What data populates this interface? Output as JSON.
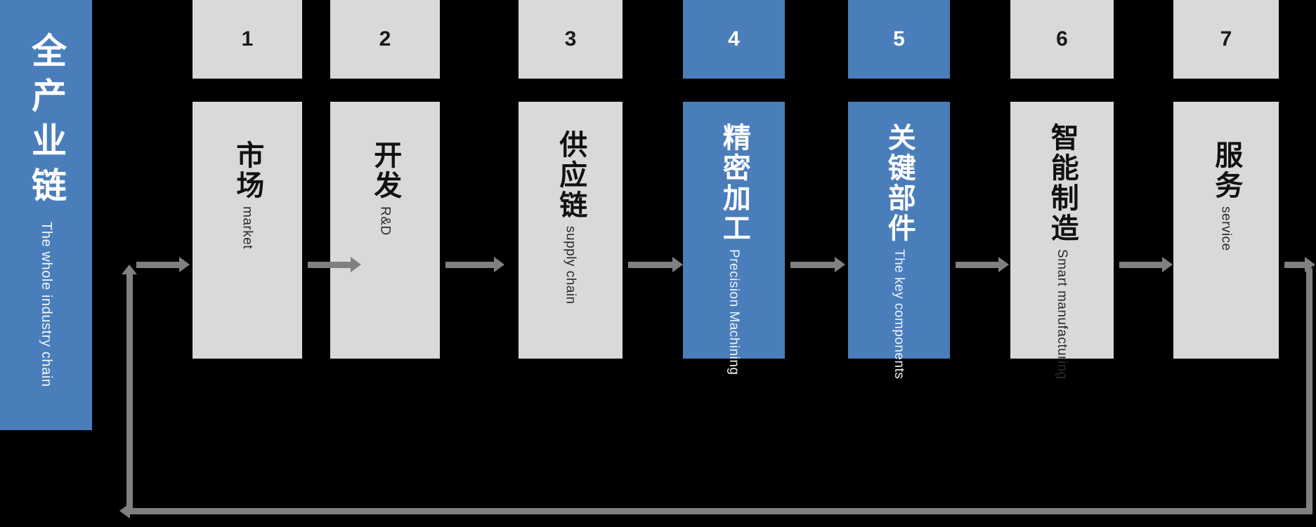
{
  "banner": {
    "title": "全产业链",
    "subtitle": "The whole industry chain",
    "color": "#4a7ebb"
  },
  "palette": {
    "background": "#000000",
    "inactive_fill": "#d9d9d9",
    "inactive_text": "#111111",
    "highlight_fill": "#4a7ebb",
    "highlight_text": "#ffffff",
    "arrow": "#808080"
  },
  "steps": [
    {
      "number": "1",
      "cn": "市场",
      "en": "market",
      "highlight": false
    },
    {
      "number": "2",
      "cn": "开发",
      "en": "R&D",
      "highlight": false
    },
    {
      "number": "3",
      "cn": "供应链",
      "en": "supply chain",
      "highlight": false
    },
    {
      "number": "4",
      "cn": "精密加工",
      "en": "Precision Machining",
      "highlight": true
    },
    {
      "number": "5",
      "cn": "关键部件",
      "en": "The key components",
      "highlight": true
    },
    {
      "number": "6",
      "cn": "智能制造",
      "en": "Smart manufacturing",
      "highlight": false
    },
    {
      "number": "7",
      "cn": "服务",
      "en": "service",
      "highlight": false
    }
  ],
  "flow": {
    "direction": "left-to-right",
    "feedback_loop": "service back to market"
  }
}
